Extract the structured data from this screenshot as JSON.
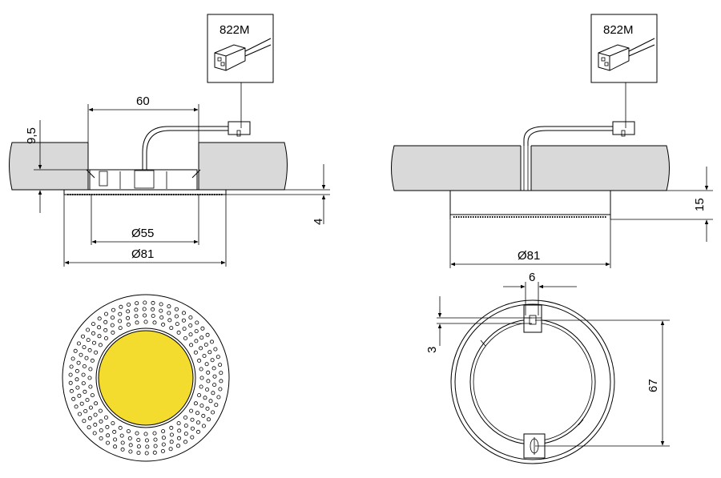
{
  "drawing": {
    "connector_code_left": "822M",
    "connector_code_right": "822M",
    "dim_width_top": "60",
    "dim_9_5": "9,5",
    "dim_4": "4",
    "dim_d55": "Ø55",
    "dim_d81_left": "Ø81",
    "dim_d81_right": "Ø81",
    "dim_15": "15",
    "dim_6": "6",
    "dim_3": "3",
    "dim_67": "67"
  },
  "colors": {
    "lens": "#f3dc2e",
    "ceiling": "#d9d9d9",
    "line": "#000000"
  }
}
